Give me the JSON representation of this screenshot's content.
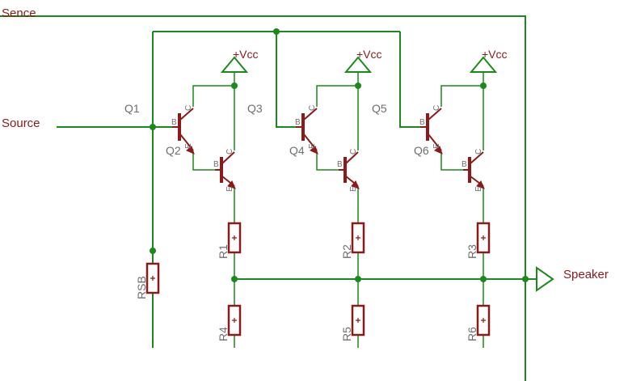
{
  "nets": {
    "sense": "Sence",
    "source": "Source",
    "speaker": "Speaker"
  },
  "supply": {
    "label": "+Vcc"
  },
  "transistors": {
    "q1": "Q1",
    "q2": "Q2",
    "q3": "Q3",
    "q4": "Q4",
    "q5": "Q5",
    "q6": "Q6"
  },
  "resistors": {
    "r1": "R1",
    "r2": "R2",
    "r3": "R3",
    "r4": "R4",
    "r5": "R5",
    "r6": "R6",
    "rsb": "RSB"
  },
  "pins": {
    "base": "B",
    "collector": "C",
    "emitter": "E"
  },
  "colors": {
    "wire": "#1a8a1a",
    "component": "#8b1a1a",
    "label": "#6e6e6e"
  }
}
